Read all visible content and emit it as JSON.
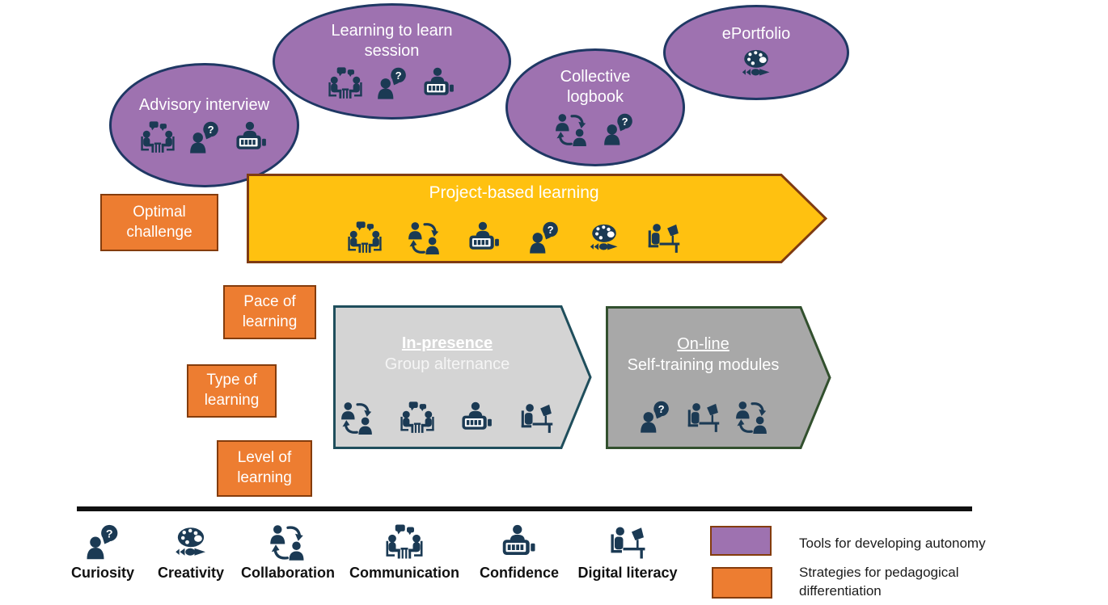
{
  "palette": {
    "purple": "#9e72b0",
    "purple_border": "#1f3864",
    "orange": "#ed7d31",
    "orange_border": "#843c0c",
    "yellow": "#ffc110",
    "yellow_border": "#7f3b12",
    "gray_light": "#d4d4d4",
    "gray_light_border": "#1f4e5c",
    "gray_dark": "#a8a8a8",
    "gray_dark_border": "#32502e",
    "icon_ink": "#1b3a54"
  },
  "ellipses": [
    {
      "label": "Advisory interview",
      "icons": [
        "communication",
        "curiosity",
        "confidence"
      ]
    },
    {
      "label": "Learning to learn session",
      "icons": [
        "communication",
        "curiosity",
        "confidence"
      ]
    },
    {
      "label": "Collective logbook",
      "icons": [
        "collaboration",
        "curiosity"
      ]
    },
    {
      "label": "ePortfolio",
      "icons": [
        "creativity"
      ]
    }
  ],
  "strategy_boxes": [
    {
      "label": "Optimal challenge"
    },
    {
      "label": "Pace of learning"
    },
    {
      "label": "Type of learning"
    },
    {
      "label": "Level of learning"
    }
  ],
  "arrows": {
    "project": {
      "label": "Project-based learning",
      "icons": [
        "communication",
        "collaboration",
        "confidence",
        "curiosity",
        "creativity",
        "digital-literacy"
      ]
    },
    "in_presence": {
      "title": "In-presence",
      "subtitle": "Group alternance",
      "icons": [
        "collaboration",
        "communication",
        "confidence",
        "digital-literacy"
      ]
    },
    "online": {
      "title": "On-line",
      "subtitle": "Self-training modules",
      "icons": [
        "curiosity",
        "digital-literacy",
        "collaboration"
      ]
    }
  },
  "skills": [
    {
      "id": "curiosity",
      "label": "Curiosity"
    },
    {
      "id": "creativity",
      "label": "Creativity"
    },
    {
      "id": "collaboration",
      "label": "Collaboration"
    },
    {
      "id": "communication",
      "label": "Communication"
    },
    {
      "id": "confidence",
      "label": "Confidence"
    },
    {
      "id": "digital-literacy",
      "label": "Digital literacy"
    }
  ],
  "color_legend": [
    {
      "color": "#9e72b0",
      "label": "Tools for developing autonomy"
    },
    {
      "color": "#ed7d31",
      "label": "Strategies for pedagogical differentiation"
    }
  ]
}
